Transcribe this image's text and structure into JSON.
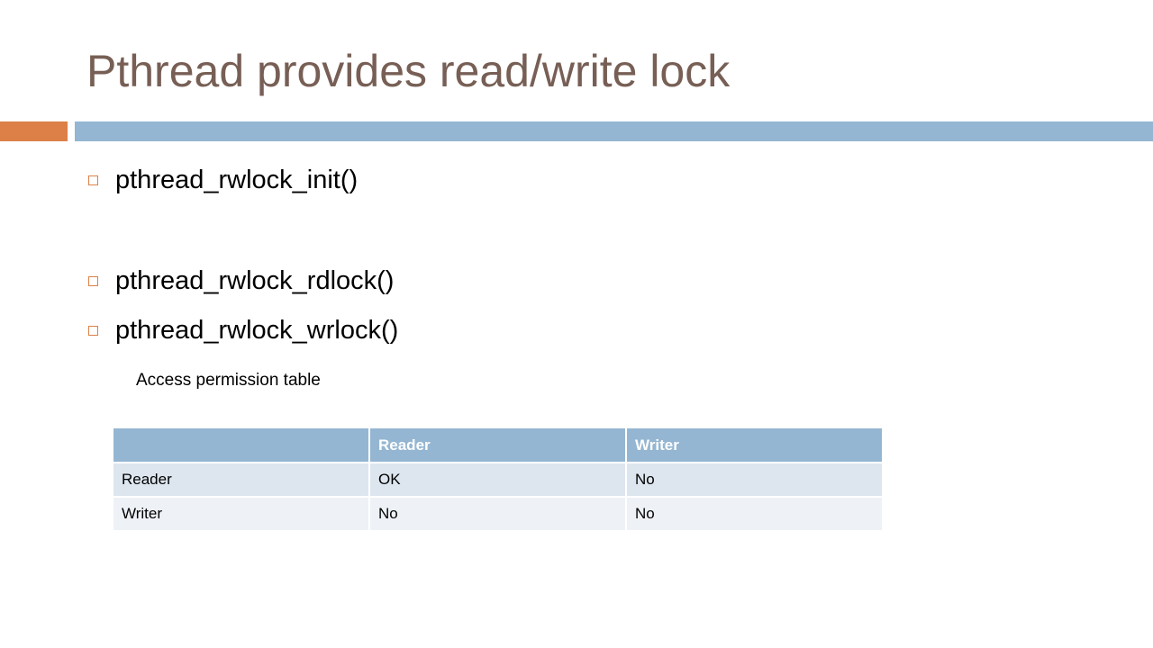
{
  "slide": {
    "title": "Pthread provides read/write lock",
    "colors": {
      "title": "#775f55",
      "accent": "#dd8047",
      "rule": "#94b6d2",
      "table_header": "#94b6d2",
      "row_band_1": "#dde6ef",
      "row_band_2": "#eef2f7"
    },
    "bullets": [
      {
        "text": "pthread_rwlock_init()",
        "icon": "hollow-square-bullet-icon"
      },
      {
        "text": "pthread_rwlock_rdlock()",
        "icon": "hollow-square-bullet-icon"
      },
      {
        "text": "pthread_rwlock_wrlock()",
        "icon": "hollow-square-bullet-icon"
      }
    ],
    "caption": "Access permission table",
    "table": {
      "headers": [
        "",
        "Reader",
        "Writer"
      ],
      "rows": [
        [
          "Reader",
          "OK",
          "No"
        ],
        [
          "Writer",
          "No",
          "No"
        ]
      ]
    }
  }
}
